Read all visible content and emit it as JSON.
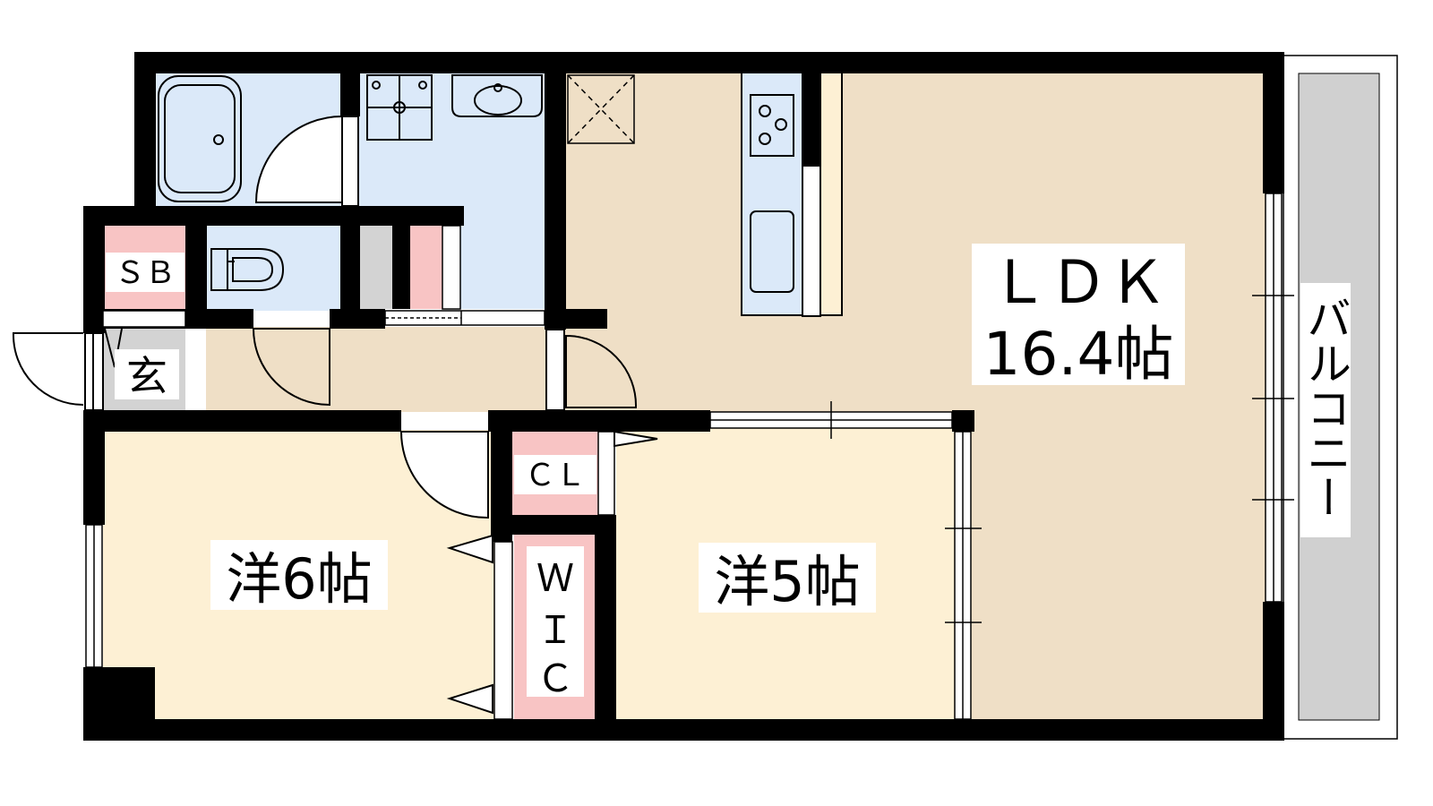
{
  "colors": {
    "wall": "#000000",
    "ldk_floor": "#efdfc6",
    "western_floor": "#fdf0d4",
    "wet_area": "#dbe9f9",
    "storage": "#f8c4c4",
    "entrance": "#d3d3d3",
    "balcony": "#d0d0d0"
  },
  "rooms": {
    "ldk": {
      "name": "ＬＤＫ",
      "size": "16.4帖"
    },
    "western_6": {
      "name": "洋6帖"
    },
    "western_5": {
      "name": "洋5帖"
    },
    "shoe_box": {
      "name": "ＳＢ"
    },
    "entrance": {
      "name": "玄"
    },
    "closet": {
      "name": "ＣＬ"
    },
    "wic": {
      "lines": [
        "Ｗ",
        "Ｉ",
        "Ｃ"
      ]
    },
    "balcony": {
      "name": "バルコニー"
    }
  },
  "fixtures": [
    "bathtub-icon",
    "toilet-icon",
    "washbasin-icon",
    "washing-machine-pan-icon",
    "stove-icon",
    "sink-icon",
    "refrigerator-space-icon"
  ]
}
